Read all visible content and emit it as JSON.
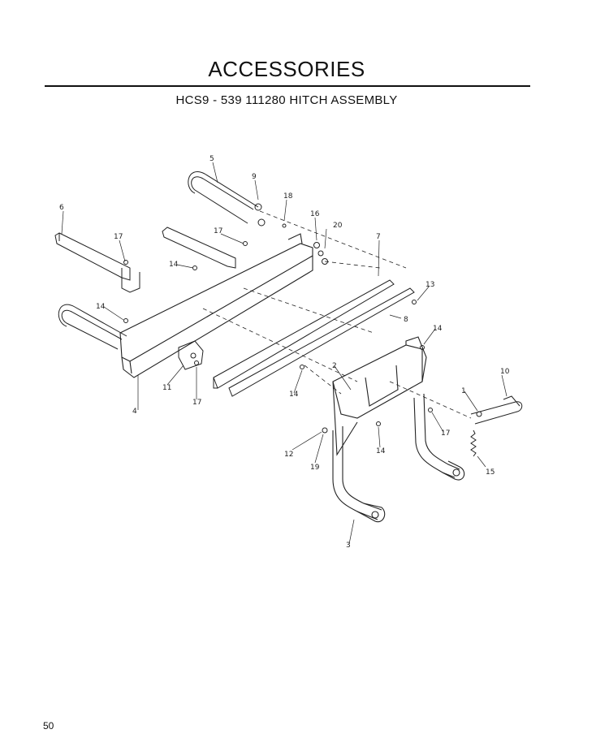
{
  "header": {
    "title": "ACCESSORIES",
    "subtitle": "HCS9 - 539 111280  HITCH ASSEMBLY"
  },
  "diagram": {
    "callouts": [
      "1",
      "2",
      "3",
      "4",
      "5",
      "6",
      "7",
      "8",
      "9",
      "10",
      "11",
      "12",
      "13",
      "14",
      "15",
      "16",
      "17",
      "18",
      "19",
      "20"
    ],
    "callout_14": "14",
    "callout_17": "17"
  },
  "footer": {
    "page_number": "50"
  }
}
